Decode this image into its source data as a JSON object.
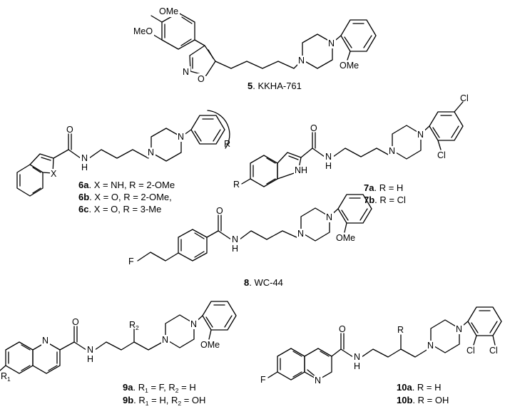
{
  "compounds": [
    {
      "id": "5",
      "atoms": {
        "ome_top": "OMe",
        "ome_left": "MeO",
        "n_isox": "N",
        "o_isox": "O",
        "n1": "N",
        "n2": "N",
        "ome_aryl": "OMe"
      },
      "captions": [
        {
          "num": "5",
          "text": ". KKHA-761"
        }
      ]
    },
    {
      "id": "6",
      "atoms": {
        "o_carbonyl": "O",
        "nh": "N",
        "h": "H",
        "x": "X",
        "n1": "N",
        "n2": "N",
        "r": "R"
      },
      "captions": [
        {
          "num": "6a",
          "text": ". X = NH, R = 2-OMe"
        },
        {
          "num": "6b",
          "text": ". X = O, R = 2-OMe,"
        },
        {
          "num": "6c",
          "text": ". X = O, R = 3-Me"
        }
      ]
    },
    {
      "id": "7",
      "atoms": {
        "o_carbonyl": "O",
        "r": "R",
        "nh_indole": "NH",
        "nh_amide": "N",
        "h": "H",
        "n1": "N",
        "n2": "N",
        "cl_para": "Cl",
        "cl_ortho": "Cl"
      },
      "captions": [
        {
          "num": "7a",
          "text": ". R = H"
        },
        {
          "num": "7b",
          "text": ". R = Cl"
        }
      ]
    },
    {
      "id": "8",
      "atoms": {
        "o_carbonyl": "O",
        "f": "F",
        "nh": "N",
        "h": "H",
        "n1": "N",
        "n2": "N",
        "ome": "OMe"
      },
      "captions": [
        {
          "num": "8",
          "text": ". WC-44"
        }
      ]
    },
    {
      "id": "9",
      "atoms": {
        "o_carbonyl": "O",
        "n_quin": "N",
        "nh": "N",
        "h": "H",
        "r2": "R",
        "r2_sub": "2",
        "r1": "R",
        "r1_sub": "1",
        "n1": "N",
        "n2": "N",
        "ome": "OMe"
      },
      "captions": [
        {
          "num": "9a",
          "text": ". R",
          "s1": "1",
          "t1": " = F, R",
          "s2": "2",
          "t2": " = H"
        },
        {
          "num": "9b",
          "text": ". R",
          "s1": "1",
          "t1": " = H, R",
          "s2": "2",
          "t2": " = OH"
        }
      ]
    },
    {
      "id": "10",
      "atoms": {
        "o_carbonyl": "O",
        "f": "F",
        "n_quin": "N",
        "nh": "N",
        "h": "H",
        "r": "R",
        "n1": "N",
        "n2": "N",
        "cl_meta": "Cl",
        "cl_ortho": "Cl"
      },
      "captions": [
        {
          "num": "10a",
          "text": ". R = H"
        },
        {
          "num": "10b",
          "text": ". R = OH"
        }
      ]
    }
  ]
}
